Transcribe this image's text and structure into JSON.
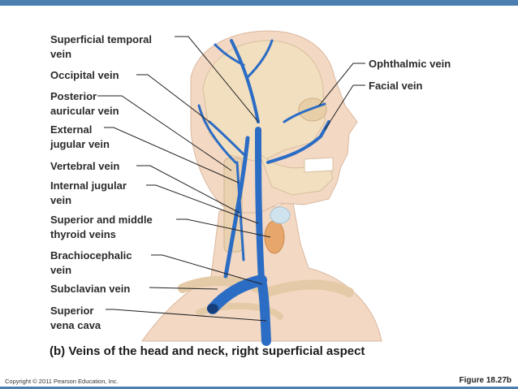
{
  "labels": {
    "superficial_temporal": "Superficial temporal\nvein",
    "occipital": "Occipital vein",
    "posterior_auricular": "Posterior\nauricular vein",
    "external_jugular": "External\njugular vein",
    "vertebral": "Vertebral vein",
    "internal_jugular": "Internal jugular\nvein",
    "thyroid": "Superior and middle\nthyroid veins",
    "brachiocephalic": "Brachiocephalic\nvein",
    "subclavian": "Subclavian vein",
    "svc": "Superior\nvena cava",
    "ophthalmic": "Ophthalmic vein",
    "facial": "Facial vein"
  },
  "caption": "(b) Veins of the head and neck, right superficial aspect",
  "copyright": "Copyright © 2011 Pearson Education, Inc.",
  "figure_number": "Figure 18.27b",
  "colors": {
    "vein": "#2b6cc4",
    "skin": "#f3d8c3",
    "bone": "#f2dfc0",
    "thyroid": "#e7a66a",
    "leader": "#222222"
  }
}
